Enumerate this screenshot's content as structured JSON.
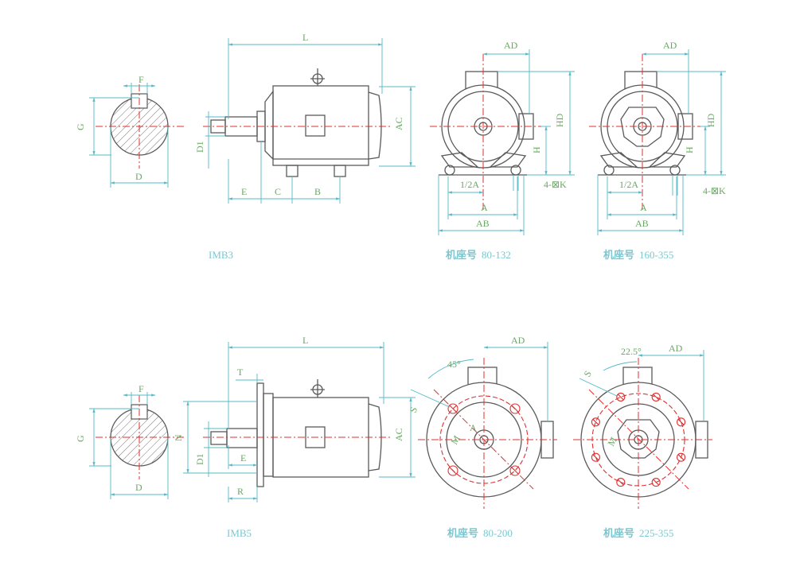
{
  "colors": {
    "outline": "#5a5a5a",
    "dimension": "#55b9c8",
    "centerline": "#e03030",
    "label": "#6aa864",
    "caption": "#7cc7d0"
  },
  "labels": {
    "F": "F",
    "G": "G",
    "D": "D",
    "L": "L",
    "AC": "AC",
    "D1": "D1",
    "E": "E",
    "C": "C",
    "B": "B",
    "AD": "AD",
    "HD": "HD",
    "H": "H",
    "half_A": "1/2A",
    "A": "A",
    "AB": "AB",
    "K": "4-⊠K",
    "T": "T",
    "N": "N",
    "R": "R",
    "S": "S",
    "M": "M",
    "angle45": "45°",
    "angle22": "22.5°"
  },
  "captions": {
    "imb3": "IMB3",
    "imb5": "IMB5",
    "frame_word": "机座号",
    "range_b3_small": "80-132",
    "range_b3_large": "160-355",
    "range_b5_small": "80-200",
    "range_b5_large": "225-355"
  }
}
